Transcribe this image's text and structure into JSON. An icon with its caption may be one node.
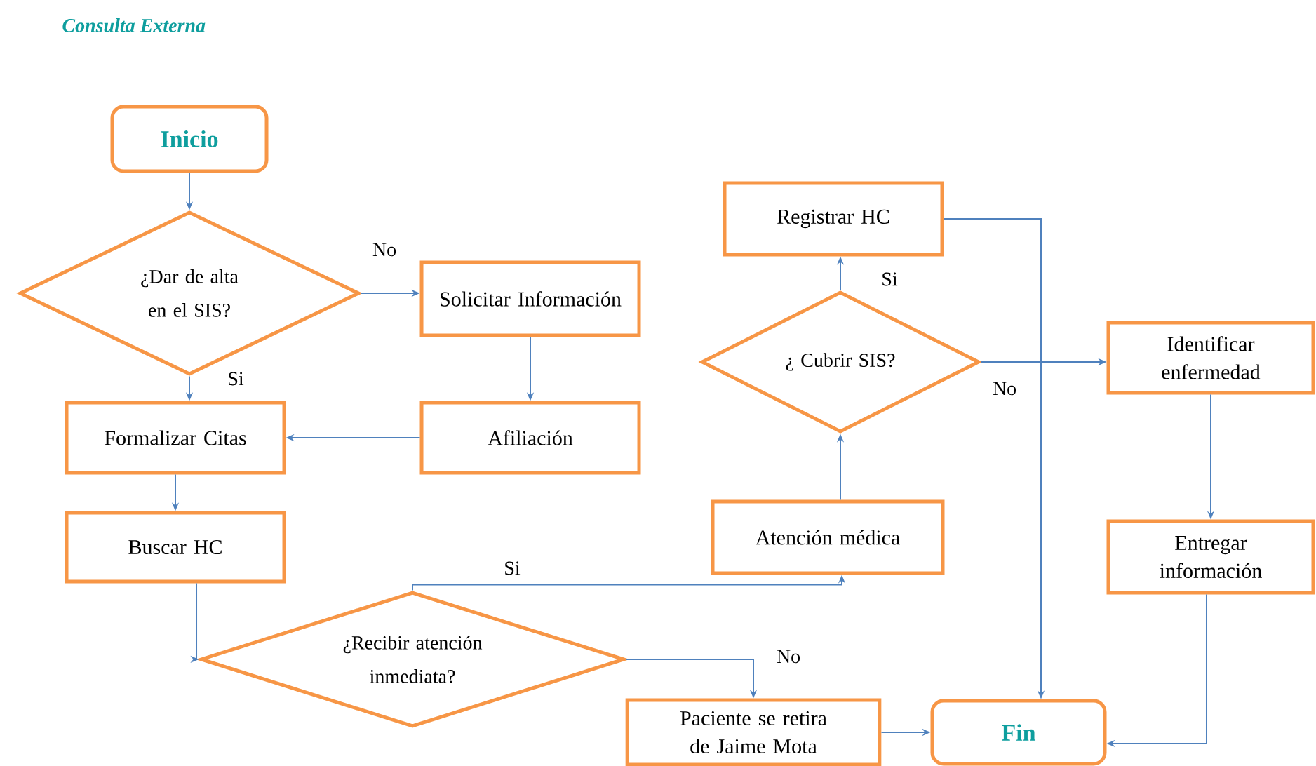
{
  "diagram": {
    "title": "Consulta Externa",
    "nodes": [
      {
        "text": [
          "Inicio"
        ]
      },
      {
        "text": [
          "¿Dar de alta en el SIS?"
        ]
      },
      {
        "text": [
          "Solicitar Información"
        ]
      },
      {
        "text": [
          "Formalizar Citas"
        ]
      },
      {
        "text": [
          "Afiliación"
        ]
      },
      {
        "text": [
          "Buscar HC"
        ]
      },
      {
        "text": [
          "¿Recibir atención inmediata?"
        ]
      },
      {
        "text": [
          "Atención médica"
        ]
      },
      {
        "text": [
          "¿ Cubrir SIS?"
        ]
      },
      {
        "text": [
          "Registrar HC"
        ]
      },
      {
        "text": [
          "Identificar enfermedad"
        ]
      },
      {
        "text": [
          "Entregar información"
        ]
      },
      {
        "text": [
          "Paciente se retira de Jaime Mota"
        ]
      },
      {
        "text": [
          "Fin"
        ]
      }
    ],
    "edges": [
      {
        "from": 0,
        "to": 1,
        "arrow": "to"
      },
      {
        "from": 1,
        "to": 2,
        "arrow": "to",
        "label": "No"
      },
      {
        "from": 1,
        "to": 3,
        "arrow": "to",
        "label": "Si"
      },
      {
        "from": 2,
        "to": 4,
        "arrow": "to"
      },
      {
        "from": 4,
        "to": 3,
        "arrow": "to"
      },
      {
        "from": 3,
        "to": 5,
        "arrow": "to"
      },
      {
        "from": 5,
        "to": 6,
        "arrow": "to"
      },
      {
        "from": 6,
        "to": 7,
        "arrow": "to",
        "label": "Si"
      },
      {
        "from": 6,
        "to": 12,
        "arrow": "to",
        "label": "No"
      },
      {
        "from": 7,
        "to": 8,
        "arrow": "to"
      },
      {
        "from": 8,
        "to": 9,
        "arrow": "to",
        "label": "Si"
      },
      {
        "from": 8,
        "to": 10,
        "arrow": "to",
        "label": "No"
      },
      {
        "from": 9,
        "to": 13,
        "arrow": "to"
      },
      {
        "from": 10,
        "to": 11,
        "arrow": "to"
      },
      {
        "from": 11,
        "to": 13,
        "arrow": "to"
      },
      {
        "from": 12,
        "to": 13,
        "arrow": "to"
      }
    ]
  }
}
